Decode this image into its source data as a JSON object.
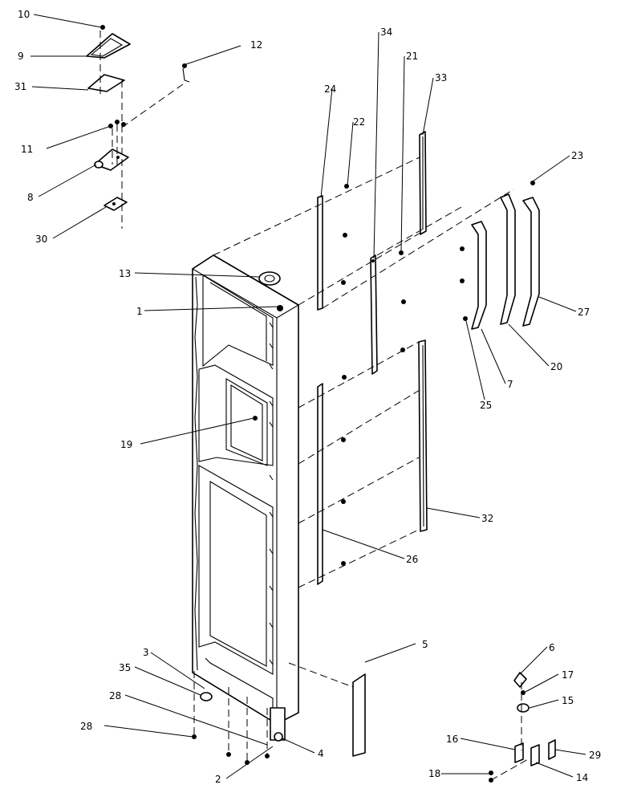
{
  "callouts": {
    "c1": "1",
    "c2": "2",
    "c3": "3",
    "c4": "4",
    "c5": "5",
    "c6": "6",
    "c7": "7",
    "c8": "8",
    "c9": "9",
    "c10": "10",
    "c11": "11",
    "c12": "12",
    "c13": "13",
    "c14": "14",
    "c15": "15",
    "c16": "16",
    "c17": "17",
    "c18": "18",
    "c19": "19",
    "c20": "20",
    "c21": "21",
    "c22": "22",
    "c23": "23",
    "c24": "24",
    "c25": "25",
    "c26": "26",
    "c27": "27",
    "c28a": "28",
    "c28b": "28",
    "c29": "29",
    "c30": "30",
    "c31": "31",
    "c32": "32",
    "c33": "33",
    "c34": "34",
    "c35": "35"
  }
}
